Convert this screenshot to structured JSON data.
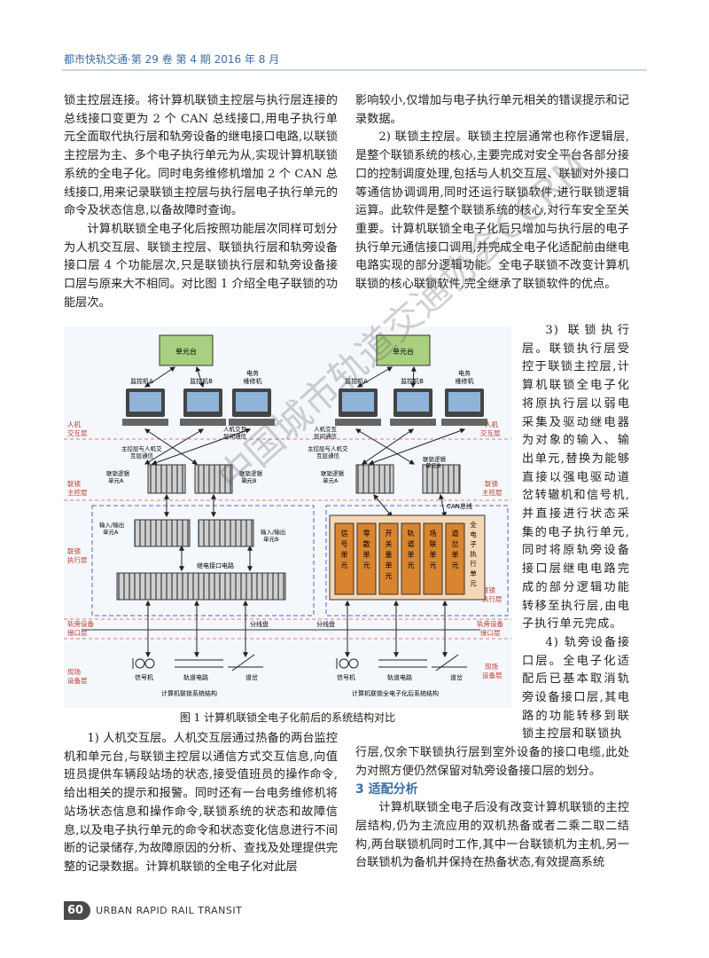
{
  "header": "都市快轨交通·第 29 卷 第 4 期 2016 年 8 月",
  "left_top": [
    "锁主控层连接。将计算机联锁主控层与执行层连接的总线接口变更为 2 个 CAN 总线接口,用电子执行单元全面取代执行层和轨旁设备的继电接口电路,以联锁主控层为主、多个电子执行单元为从,实现计算机联锁系统的全电子化。同时电务维修机增加 2 个 CAN 总线接口,用来记录联锁主控层与执行层电子执行单元的命令及状态信息,以备故障时查询。",
    "计算机联锁全电子化后按照功能层次同样可划分为人机交互层、联锁主控层、联锁执行层和轨旁设备接口层 4 个功能层次,只是联锁执行层和轨旁设备接口层与原来大不相同。对比图 1 介绍全电子联锁的功能层次。"
  ],
  "right_top": [
    "影响较小,仅增加与电子执行单元相关的错误提示和记录数据。",
    "2) 联锁主控层。联锁主控层通常也称作逻辑层,是整个联锁系统的核心,主要完成对安全平台各部分接口的控制调度处理,包括与人机交互层、联锁对外接口等通信协调调用,同时还运行联锁软件,进行联锁逻辑运算。此软件是整个联锁系统的核心,对行车安全至关重要。计算机联锁全电子化后只增加与执行层的电子执行单元通信接口调用,并完成全电子化适配前由继电电路实现的部分逻辑功能。全电子联锁不改变计算机联锁的核心联锁软件,完全继承了联锁软件的优点。"
  ],
  "right_narrow": [
    "3) 联锁执行层。联锁执行层受控于联锁主控层,计算机联锁全电子化将原执行层以弱电采集及驱动继电器为对象的输入、输出单元,替换为能够直接以强电驱动道岔转辙机和信号机,并直接进行状态采集的电子执行单元,同时将原轨旁设备接口层继电电路完成的部分逻辑功能转移至执行层,由电子执行单元完成。",
    "4) 轨旁设备接口层。全电子化适配后已基本取消轨旁设备接口层,其电路的功能转移到联锁主控层和联锁执"
  ],
  "right_bottom": {
    "cont": "行层,仅余下联锁执行层到室外设备的接口电缆,此处为对照方便仍然保留对轨旁设备接口层的划分。",
    "section": "3  适配分析",
    "para": "计算机联锁全电子后没有改变计算机联锁的主控层结构,仍为主流应用的双机热备或者二乘二取二结构,两台联锁机同时工作,其中一台联锁机为主机,另一台联锁机为备机并保持在热备状态,有效提高系统"
  },
  "left_bottom": "1) 人机交互层。人机交互层通过热备的两台监控机和单元台,与联锁主控层以通信方式交互信息,向值班员提供车辆段站场的状态,接受值班员的操作命令,给出相关的提示和报警。同时还有一台电务维修机将站场状态信息和操作命令,联锁系统的状态和故障信息,以及电子执行单元的命令和状态变化信息进行不间断的记录储存,为故障原因的分析、查找及处理提供完整的记录数据。计算机联锁的全电子化对此层",
  "figure_caption": "图 1   计算机联锁全电子化前后的系统结构对比",
  "footer": {
    "page": "60",
    "journal": "URBAN RAPID RAIL TRANSIT"
  },
  "watermark": "中国城市轨道交通协会CCRM",
  "diagram": {
    "unit_console": "单元台",
    "monitor_a": "监控机A",
    "monitor_b": "监控机B",
    "maint": [
      "电务",
      "维修机"
    ],
    "layer_hmi": [
      "人机",
      "交互层"
    ],
    "layer_ctrl": [
      "联锁",
      "主控层"
    ],
    "layer_exec": [
      "联锁",
      "执行层"
    ],
    "layer_iface": [
      "轨旁设备",
      "接口层"
    ],
    "layer_field": [
      "现场",
      "设备层"
    ],
    "hmi_comm": [
      "人机交互",
      "层间通信"
    ],
    "ctrl_hmi_comm": [
      "主控层与人机交",
      "互层通信"
    ],
    "logic_a": [
      "联锁逻辑",
      "单元A"
    ],
    "logic_b": [
      "联锁逻辑",
      "单元B"
    ],
    "io_a": [
      "输入/输出",
      "单元A"
    ],
    "io_b": [
      "输入/输出",
      "单元B"
    ],
    "relay": "继电接口电路",
    "splitter": "分线盘",
    "signal": "信号机",
    "track": "轨道电路",
    "switch": "道岔",
    "cap_left": "计算机联锁系统结构",
    "cap_right": "计算机联锁全电子化后系统结构",
    "can": "CAN总线",
    "units": [
      [
        "信",
        "号",
        "单",
        "元"
      ],
      [
        "零",
        "散",
        "单",
        "元"
      ],
      [
        "开",
        "关",
        "量",
        "单",
        "元"
      ],
      [
        "轨",
        "道",
        "单",
        "元"
      ],
      [
        "场",
        "联",
        "单",
        "元"
      ],
      [
        "道",
        "岔",
        "单",
        "元"
      ]
    ],
    "full": [
      "全",
      "电",
      "子",
      "执",
      "行",
      "单",
      "元"
    ]
  }
}
